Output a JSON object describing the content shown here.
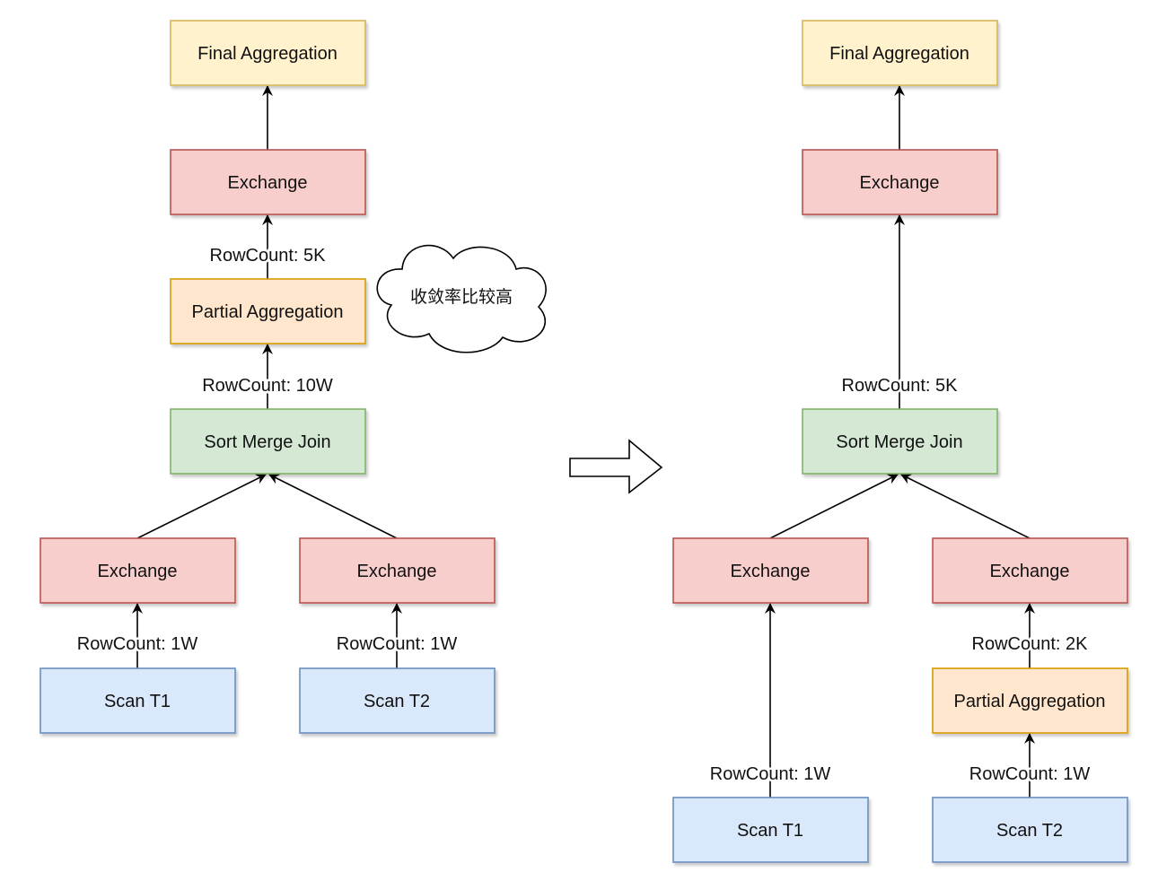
{
  "colors": {
    "final_fill": "#fff2cc",
    "final_stroke": "#d6b656",
    "exchange_fill": "#f8cecc",
    "exchange_stroke": "#b85450",
    "partial_fill": "#ffe6cc",
    "partial_stroke": "#d79b00",
    "join_fill": "#d5e8d4",
    "join_stroke": "#82b366",
    "scan_fill": "#dae8fc",
    "scan_stroke": "#6c8ebf",
    "edge": "#000000",
    "label_halo": "#ffffff"
  },
  "left_plan": {
    "final_aggregation": "Final Aggregation",
    "exchange_top": "Exchange",
    "partial_aggregation": "Partial Aggregation",
    "sort_merge_join": "Sort Merge Join",
    "exchange_left": "Exchange",
    "exchange_right": "Exchange",
    "scan_t1": "Scan T1",
    "scan_t2": "Scan T2",
    "rowcount_after_partial": "RowCount: 5K",
    "rowcount_after_join": "RowCount: 10W",
    "rowcount_scan_t1": "RowCount: 1W",
    "rowcount_scan_t2": "RowCount: 1W",
    "note": "收敛率比较高"
  },
  "transform_arrow_icon": "right-arrow-icon",
  "right_plan": {
    "final_aggregation": "Final Aggregation",
    "exchange_top": "Exchange",
    "sort_merge_join": "Sort Merge Join",
    "exchange_left": "Exchange",
    "exchange_right": "Exchange",
    "partial_aggregation": "Partial Aggregation",
    "scan_t1": "Scan T1",
    "scan_t2": "Scan T2",
    "rowcount_after_join": "RowCount: 5K",
    "rowcount_after_partial": "RowCount: 2K",
    "rowcount_scan_t1": "RowCount: 1W",
    "rowcount_scan_t2": "RowCount: 1W"
  }
}
